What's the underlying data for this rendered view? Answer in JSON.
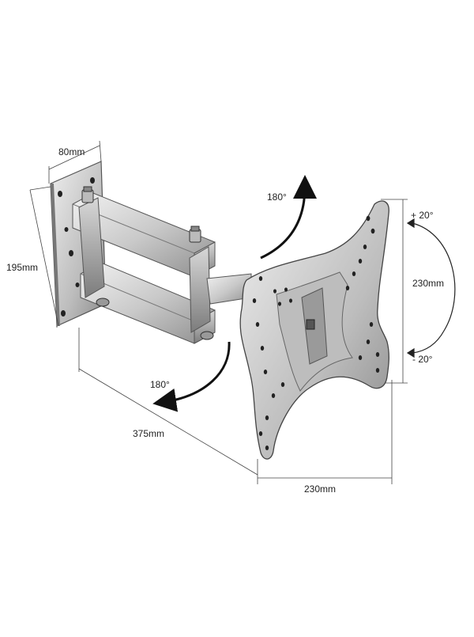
{
  "diagram": {
    "dimensions": {
      "wall_plate_width": "80mm",
      "wall_plate_height": "195mm",
      "arm_extension": "375mm",
      "vesa_height": "230mm",
      "vesa_width": "230mm"
    },
    "rotations": {
      "top_swivel": "180°",
      "bottom_swivel": "180°"
    },
    "tilt": {
      "up": "+ 20°",
      "down": "- 20°"
    },
    "icons": {
      "arrow": "curved-arrow-icon",
      "bolt": "bolt-icon"
    }
  }
}
